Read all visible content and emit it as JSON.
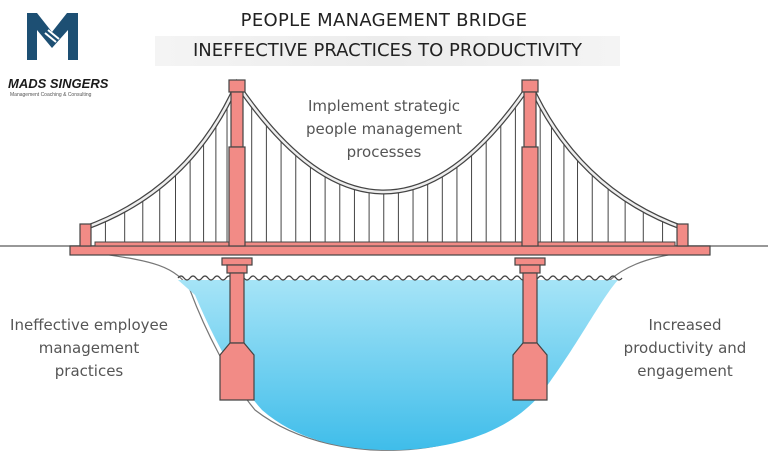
{
  "title": {
    "line1": "PEOPLE MANAGEMENT BRIDGE",
    "line2": "INEFFECTIVE PRACTICES TO PRODUCTIVITY"
  },
  "logo": {
    "name": "MADS SINGERS",
    "tagline": "Management Coaching & Consulting",
    "mark": "M"
  },
  "labels": {
    "middle": [
      "Implement strategic",
      "people management",
      "processes"
    ],
    "left": [
      "Ineffective employee",
      "management",
      "practices"
    ],
    "right": [
      "Increased",
      "productivity and",
      "engagement"
    ]
  },
  "colors": {
    "bridge": "#f28b86",
    "outline": "#444444",
    "water_top": "#a6e4f7",
    "water_bottom": "#3fbdea",
    "logo": "#1d4f73"
  }
}
